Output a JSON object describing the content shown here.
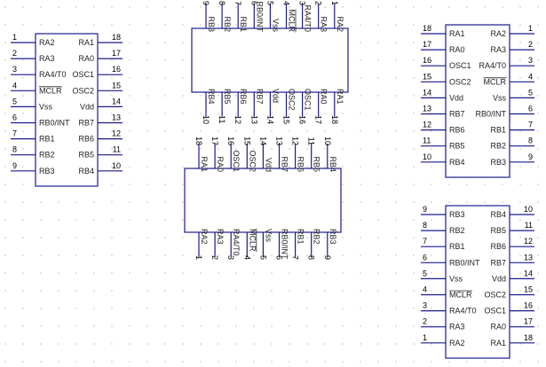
{
  "components": [
    {
      "id": "pic-left-dip",
      "pins": [
        {
          "num": "1",
          "name": "RA2"
        },
        {
          "num": "2",
          "name": "RA3"
        },
        {
          "num": "3",
          "name": "RA4/T0"
        },
        {
          "num": "4",
          "name": "MCLR",
          "overline": true
        },
        {
          "num": "5",
          "name": "Vss"
        },
        {
          "num": "6",
          "name": "RB0/INT"
        },
        {
          "num": "7",
          "name": "RB1"
        },
        {
          "num": "8",
          "name": "RB2"
        },
        {
          "num": "9",
          "name": "RB3"
        },
        {
          "num": "10",
          "name": "RB4"
        },
        {
          "num": "11",
          "name": "RB5"
        },
        {
          "num": "12",
          "name": "RB6"
        },
        {
          "num": "13",
          "name": "RB7"
        },
        {
          "num": "14",
          "name": "Vdd"
        },
        {
          "num": "15",
          "name": "OSC2"
        },
        {
          "num": "16",
          "name": "OSC1"
        },
        {
          "num": "17",
          "name": "RA0"
        },
        {
          "num": "18",
          "name": "RA1"
        }
      ]
    },
    {
      "id": "pic-top-rotated",
      "pins": [
        {
          "num": "1",
          "name": "RA2"
        },
        {
          "num": "2",
          "name": "RA3"
        },
        {
          "num": "3",
          "name": "RA4/T0"
        },
        {
          "num": "4",
          "name": "MCLR",
          "overline": true
        },
        {
          "num": "5",
          "name": "Vss"
        },
        {
          "num": "6",
          "name": "RB0/INT"
        },
        {
          "num": "7",
          "name": "RB1"
        },
        {
          "num": "8",
          "name": "RB2"
        },
        {
          "num": "9",
          "name": "RB3"
        },
        {
          "num": "10",
          "name": "RB4"
        },
        {
          "num": "11",
          "name": "RB5"
        },
        {
          "num": "12",
          "name": "RB6"
        },
        {
          "num": "13",
          "name": "RB7"
        },
        {
          "num": "14",
          "name": "Vdd"
        },
        {
          "num": "15",
          "name": "OSC2"
        },
        {
          "num": "16",
          "name": "OSC1"
        },
        {
          "num": "17",
          "name": "RA0"
        },
        {
          "num": "18",
          "name": "RA1"
        }
      ]
    },
    {
      "id": "pic-middle-rotated",
      "pins": [
        {
          "num": "1",
          "name": "RA2"
        },
        {
          "num": "2",
          "name": "RA3"
        },
        {
          "num": "3",
          "name": "RA4/T0"
        },
        {
          "num": "4",
          "name": "MCLR",
          "overline": true
        },
        {
          "num": "5",
          "name": "Vss"
        },
        {
          "num": "6",
          "name": "RB0/INT"
        },
        {
          "num": "7",
          "name": "RB1"
        },
        {
          "num": "8",
          "name": "RB2"
        },
        {
          "num": "9",
          "name": "RB3"
        },
        {
          "num": "10",
          "name": "RB4"
        },
        {
          "num": "11",
          "name": "RB5"
        },
        {
          "num": "12",
          "name": "RB6"
        },
        {
          "num": "13",
          "name": "RB7"
        },
        {
          "num": "14",
          "name": "Vdd"
        },
        {
          "num": "15",
          "name": "OSC2"
        },
        {
          "num": "16",
          "name": "OSC1"
        },
        {
          "num": "17",
          "name": "RA0"
        },
        {
          "num": "18",
          "name": "RA1"
        }
      ]
    },
    {
      "id": "pic-right-top-mirrored",
      "pins": [
        {
          "num": "1",
          "name": "RA2"
        },
        {
          "num": "2",
          "name": "RA3"
        },
        {
          "num": "3",
          "name": "RA4/T0"
        },
        {
          "num": "4",
          "name": "MCLR",
          "overline": true
        },
        {
          "num": "5",
          "name": "Vss"
        },
        {
          "num": "6",
          "name": "RB0/INT"
        },
        {
          "num": "7",
          "name": "RB1"
        },
        {
          "num": "8",
          "name": "RB2"
        },
        {
          "num": "9",
          "name": "RB3"
        },
        {
          "num": "10",
          "name": "RB4"
        },
        {
          "num": "11",
          "name": "RB5"
        },
        {
          "num": "12",
          "name": "RB6"
        },
        {
          "num": "13",
          "name": "RB7"
        },
        {
          "num": "14",
          "name": "Vdd"
        },
        {
          "num": "15",
          "name": "OSC2"
        },
        {
          "num": "16",
          "name": "OSC1"
        },
        {
          "num": "17",
          "name": "RA0"
        },
        {
          "num": "18",
          "name": "RA1"
        }
      ]
    },
    {
      "id": "pic-right-bottom-flipped",
      "pins": [
        {
          "num": "1",
          "name": "RA2"
        },
        {
          "num": "2",
          "name": "RA3"
        },
        {
          "num": "3",
          "name": "RA4/T0"
        },
        {
          "num": "4",
          "name": "MCLR",
          "overline": true
        },
        {
          "num": "5",
          "name": "Vss"
        },
        {
          "num": "6",
          "name": "RB0/INT"
        },
        {
          "num": "7",
          "name": "RB1"
        },
        {
          "num": "8",
          "name": "RB2"
        },
        {
          "num": "9",
          "name": "RB3"
        },
        {
          "num": "10",
          "name": "RB4"
        },
        {
          "num": "11",
          "name": "RB5"
        },
        {
          "num": "12",
          "name": "RB6"
        },
        {
          "num": "13",
          "name": "RB7"
        },
        {
          "num": "14",
          "name": "Vdd"
        },
        {
          "num": "15",
          "name": "OSC2"
        },
        {
          "num": "16",
          "name": "OSC1"
        },
        {
          "num": "17",
          "name": "RA0"
        },
        {
          "num": "18",
          "name": "RA1"
        }
      ]
    }
  ],
  "colors": {
    "body_outline": "#1a1a8c",
    "lead": "#1a1a8c",
    "grid_dot": "#9a9a9a",
    "text": "#222222"
  }
}
